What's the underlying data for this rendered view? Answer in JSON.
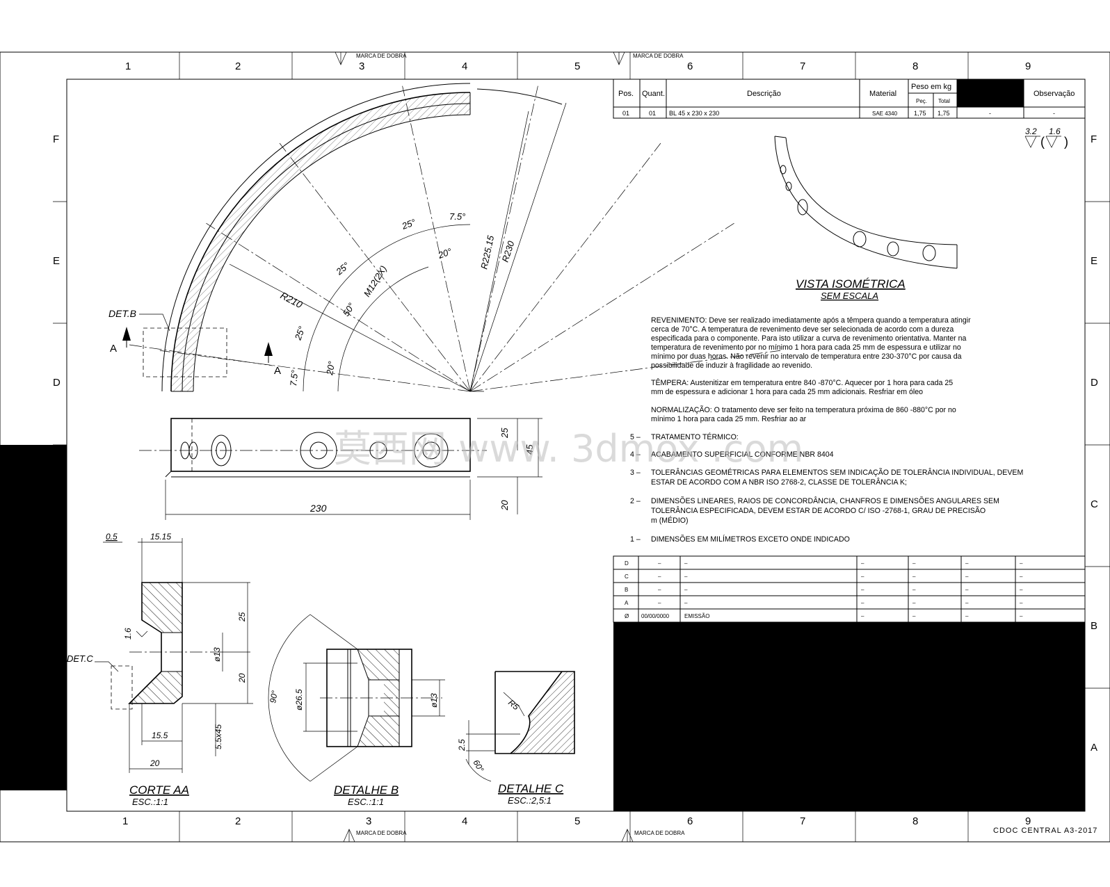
{
  "zones": {
    "top_numbers": [
      "1",
      "2",
      "3",
      "4",
      "5",
      "6",
      "7",
      "8",
      "9"
    ],
    "bottom_numbers": [
      "1",
      "2",
      "3",
      "4",
      "5",
      "6",
      "7",
      "8",
      "9"
    ],
    "right_letters": [
      "F",
      "E",
      "D",
      "C",
      "B",
      "A"
    ],
    "left_letters": [
      "F",
      "E",
      "D"
    ],
    "fold_mark": "MARCA DE DOBRA"
  },
  "parts_table": {
    "headers": {
      "pos": "Pos.",
      "quant": "Quant.",
      "desc": "Descrição",
      "material": "Material",
      "peso": "Peso em kg",
      "peso_unit": "Peç.",
      "peso_total": "Total",
      "obs": "Observação"
    },
    "row": {
      "pos": "01",
      "quant": "01",
      "desc": "BL 45 x 230 x 230",
      "material": "SAE 4340",
      "peso_unit": "1,75",
      "peso_total": "1,75",
      "blank": "-",
      "obs": "-"
    }
  },
  "roughness": {
    "main": "3.2",
    "secondary": "1.6"
  },
  "main_view": {
    "det_b": "DET.B",
    "section_a": "A",
    "radii": [
      "R210",
      "R225.15",
      "R230"
    ],
    "angles": [
      "7.5°",
      "25°",
      "20°",
      "25°",
      "50°",
      "25°",
      "20°",
      "7.5°"
    ],
    "thread": "M12(2X)",
    "width_dim": "230",
    "height_dims": [
      "25",
      "45",
      "20"
    ]
  },
  "isometric": {
    "title": "VISTA ISOMÉTRICA",
    "subtitle": "SEM ESCALA"
  },
  "notes": {
    "revenimento": [
      "REVENIMENTO: Deve ser realizado imediatamente após a têmpera quando a temperatura atingir",
      "cerca de 70°C. A temperatura de revenimento deve ser selecionada de acordo com a dureza",
      "especificada para o componente. Para isto utilizar a curva de revenimento orientativa. Manter na",
      "temperatura de revenimento por no mínimo 1 hora para cada 25 mm de espessura e utilizar no",
      "mínimo por duas horas. Não revenir no intervalo de temperatura entre 230-370°C por causa da",
      "possibilidade de induzir à fragilidade ao revenido."
    ],
    "tempera": [
      "TÊMPERA: Austenitizar em temperatura entre 840 -870°C. Aquecer por 1 hora para cada 25",
      "mm de espessura e adicionar 1 hora para cada 25 mm adicionais. Resfriar em óleo"
    ],
    "normalizacao": [
      "NORMALIZAÇÃO: O tratamento deve ser feito na temperatura próxima de 860 -880°C por no",
      "mínimo 1 hora para cada 25 mm. Resfriar ao ar"
    ],
    "items": [
      {
        "num": "5 –",
        "lines": [
          "TRATAMENTO TÉRMICO:"
        ]
      },
      {
        "num": "4 –",
        "lines": [
          "ACABAMENTO SUPERFICIAL CONFORME NBR 8404"
        ]
      },
      {
        "num": "3 –",
        "lines": [
          "TOLERÂNCIAS GEOMÉTRICAS PARA ELEMENTOS SEM INDICAÇÃO DE TOLERÂNCIA INDIVIDUAL, DEVEM",
          "ESTAR DE ACORDO COM A NBR ISO 2768-2, CLASSE DE TOLERÂNCIA K;"
        ]
      },
      {
        "num": "2 –",
        "lines": [
          "DIMENSÕES LINEARES, RAIOS DE CONCORDÂNCIA, CHANFROS E DIMENSÕES ANGULARES SEM",
          "TOLERÂNCIA ESPECIFICADA, DEVEM ESTAR DE ACORDO C/ ISO -2768-1, GRAU DE PRECISÃO",
          "m (MÉDIO)"
        ]
      },
      {
        "num": "1 –",
        "lines": [
          "DIMENSÕES EM MILÍMETROS EXCETO ONDE INDICADO"
        ]
      }
    ]
  },
  "revision_table": {
    "rows": [
      {
        "rev": "D",
        "date": "–",
        "desc": "–",
        "c4": "–",
        "c5": "–",
        "c6": "–",
        "c7": "–"
      },
      {
        "rev": "C",
        "date": "–",
        "desc": "–",
        "c4": "–",
        "c5": "–",
        "c6": "–",
        "c7": "–"
      },
      {
        "rev": "B",
        "date": "–",
        "desc": "–",
        "c4": "–",
        "c5": "–",
        "c6": "–",
        "c7": "–"
      },
      {
        "rev": "A",
        "date": "–",
        "desc": "–",
        "c4": "–",
        "c5": "–",
        "c6": "–",
        "c7": "–"
      },
      {
        "rev": "Ø",
        "date": "00/00/0000",
        "desc": "EMISSÃO",
        "c4": "–",
        "c5": "–",
        "c6": "–",
        "c7": "–"
      }
    ]
  },
  "section_aa": {
    "title": "CORTE AA",
    "scale": "ESC.:1:1",
    "dims": {
      "d0_5": "0.5",
      "d15_15": "15.15",
      "d25": "25",
      "d20": "20",
      "phi13": "ø13",
      "r1_6": "1.6",
      "d15_5": "15.5",
      "d20b": "20",
      "chamfer": "5.5x45"
    },
    "det_c": "DET.C"
  },
  "detail_b": {
    "title": "DETALHE B",
    "scale": "ESC.:1:1",
    "dims": {
      "angle": "90°",
      "phi26": "ø26.5",
      "phi13": "ø13"
    }
  },
  "detail_c": {
    "title": "DETALHE C",
    "scale": "ESC.:2,5:1",
    "dims": {
      "r5": "R5",
      "d2_5": "2.5",
      "angle": "60°"
    }
  },
  "footer": {
    "standard": "CDOC CENTRAL A3-2017"
  },
  "watermark": "莫西网 www. 3dmox .com"
}
